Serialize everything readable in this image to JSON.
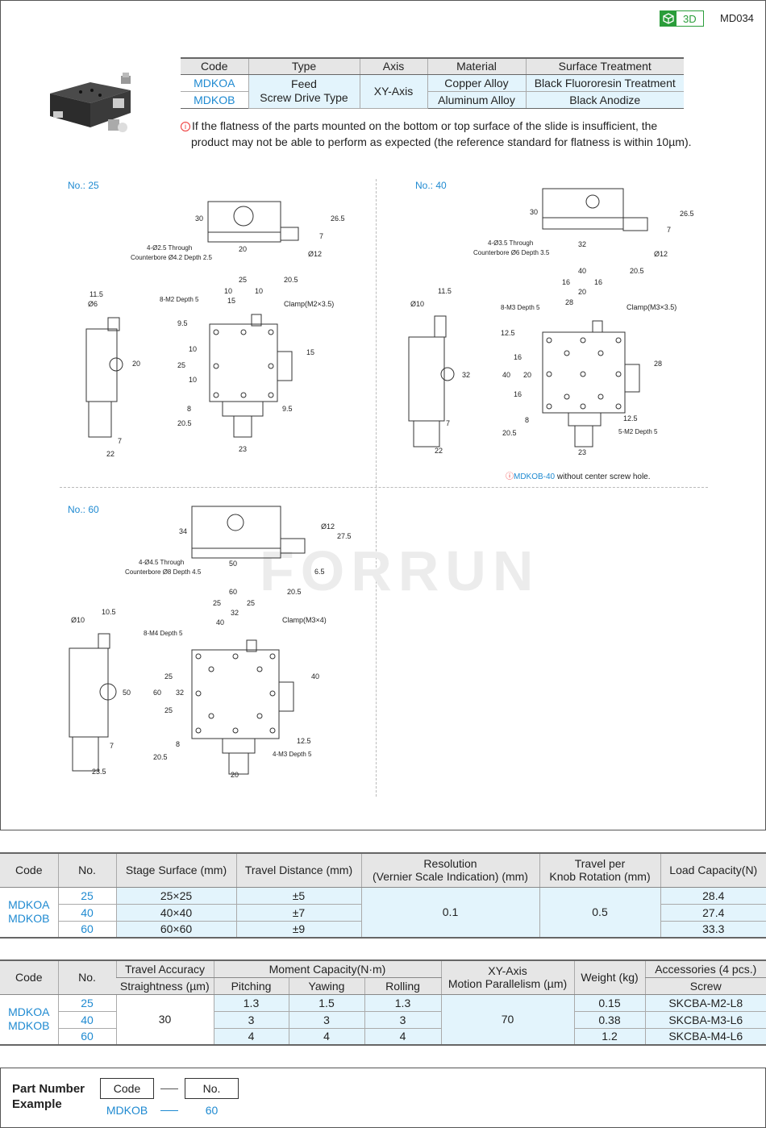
{
  "header": {
    "badge_3d": "3D",
    "page_code": "MD034"
  },
  "spec_table": {
    "headers": [
      "Code",
      "Type",
      "Axis",
      "Material",
      "Surface Treatment"
    ],
    "codes": [
      "MDKOA",
      "MDKOB"
    ],
    "type": [
      "Feed",
      "Screw Drive Type"
    ],
    "axis": "XY-Axis",
    "materials": [
      "Copper Alloy",
      "Aluminum Alloy"
    ],
    "surface": [
      "Black Fluororesin Treatment",
      "Black Anodize"
    ]
  },
  "flatness_note": [
    "If the flatness of the parts mounted on the bottom or top surface of the slide is insufficient, the",
    "product may not be able to perform as expected (the reference standard for flatness is within 10µm)."
  ],
  "sections": {
    "no25": "No.: 25",
    "no40": "No.: 40",
    "no60": "No.: 60"
  },
  "drawing25": {
    "through": "4-Ø2.5 Through",
    "counterbore": "Counterbore Ø4.2 Depth 2.5",
    "m2": "8-M2 Depth 5",
    "clamp": "Clamp(M2×3.5)",
    "dims": {
      "d30": "30",
      "d20a": "20",
      "d26_5": "26.5",
      "d7a": "7",
      "d12": "Ø12",
      "d11_5": "11.5",
      "d6": "Ø6",
      "d20b": "20",
      "d7b": "7",
      "d22": "22",
      "d25a": "25",
      "d10a": "10",
      "d10b": "10",
      "d15a": "15",
      "d20_5a": "20.5",
      "d9_5a": "9.5",
      "d10c": "10",
      "d25b": "25",
      "d10d": "10",
      "d15b": "15",
      "d8": "8",
      "d20_5b": "20.5",
      "d9_5b": "9.5",
      "d23": "23"
    }
  },
  "drawing40": {
    "through": "4-Ø3.5 Through",
    "counterbore": "Counterbore Ø6 Depth 3.5",
    "m3": "8-M3 Depth 5",
    "m2": "5-M2 Depth 5",
    "clamp": "Clamp(M3×3.5)",
    "note_code": "MDKOB-40",
    "note_text": " without center screw hole.",
    "dims": {
      "d30": "30",
      "d32a": "32",
      "d26_5": "26.5",
      "d7a": "7",
      "d12": "Ø12",
      "d11_5": "11.5",
      "d10": "Ø10",
      "d32b": "32",
      "d7b": "7",
      "d22": "22",
      "d40a": "40",
      "d20_5a": "20.5",
      "d16a": "16",
      "d16b": "16",
      "d20a": "20",
      "d28a": "28",
      "d12_5a": "12.5",
      "d16c": "16",
      "d40b": "40",
      "d20b": "20",
      "d16d": "16",
      "d28b": "28",
      "d8": "8",
      "d20_5b": "20.5",
      "d12_5b": "12.5",
      "d23": "23"
    }
  },
  "drawing60": {
    "through": "4-Ø4.5 Through",
    "counterbore": "Counterbore Ø8 Depth 4.5",
    "m4": "8-M4 Depth 5",
    "m3": "4-M3 Depth 5",
    "clamp": "Clamp(M3×4)",
    "dims": {
      "d34": "34",
      "d50a": "50",
      "d27_5": "27.5",
      "d12": "Ø12",
      "d6_5": "6.5",
      "d10_5": "10.5",
      "d10": "Ø10",
      "d50b": "50",
      "d7": "7",
      "d23_5": "23.5",
      "d60a": "60",
      "d20_5a": "20.5",
      "d25a": "25",
      "d25b": "25",
      "d32a": "32",
      "d40a": "40",
      "d25c": "25",
      "d60b": "60",
      "d32b": "32",
      "d25d": "25",
      "d40b": "40",
      "d8": "8",
      "d20_5b": "20.5",
      "d12_5": "12.5",
      "d20": "20"
    }
  },
  "table2": {
    "headers": [
      "Code",
      "No.",
      "Stage Surface (mm)",
      "Travel Distance (mm)",
      "Resolution",
      "(Vernier Scale Indication) (mm)",
      "Travel per",
      "Knob Rotation (mm)",
      "Load Capacity(N)"
    ],
    "codes": [
      "MDKOA",
      "MDKOB"
    ],
    "rows": [
      {
        "no": "25",
        "stage": "25×25",
        "travel": "±5",
        "load": "28.4"
      },
      {
        "no": "40",
        "stage": "40×40",
        "travel": "±7",
        "load": "27.4"
      },
      {
        "no": "60",
        "stage": "60×60",
        "travel": "±9",
        "load": "33.3"
      }
    ],
    "resolution": "0.1",
    "travel_per_rot": "0.5"
  },
  "table3": {
    "headers": {
      "code": "Code",
      "no": "No.",
      "travel_acc": "Travel Accuracy",
      "straightness": "Straightness (µm)",
      "moment": "Moment Capacity(N·m)",
      "pitching": "Pitching",
      "yawing": "Yawing",
      "rolling": "Rolling",
      "xy1": "XY-Axis",
      "xy2": "Motion Parallelism (µm)",
      "weight": "Weight (kg)",
      "acc": "Accessories (4 pcs.)",
      "screw": "Screw"
    },
    "codes": [
      "MDKOA",
      "MDKOB"
    ],
    "straightness": "30",
    "parallelism": "70",
    "rows": [
      {
        "no": "25",
        "pitching": "1.3",
        "yawing": "1.5",
        "rolling": "1.3",
        "weight": "0.15",
        "screw": "SKCBA-M2-L8"
      },
      {
        "no": "40",
        "pitching": "3",
        "yawing": "3",
        "rolling": "3",
        "weight": "0.38",
        "screw": "SKCBA-M3-L6"
      },
      {
        "no": "60",
        "pitching": "4",
        "yawing": "4",
        "rolling": "4",
        "weight": "1.2",
        "screw": "SKCBA-M4-L6"
      }
    ]
  },
  "part_number": {
    "title": [
      "Part Number",
      "Example"
    ],
    "code_label": "Code",
    "no_label": "No.",
    "code_value": "MDKOB",
    "no_value": "60"
  },
  "watermark": "FORRUN"
}
